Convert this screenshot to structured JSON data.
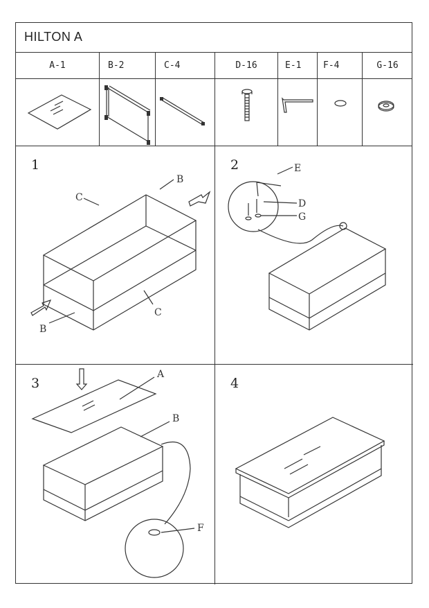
{
  "title": "HILTON A",
  "parts": [
    {
      "label": "A-1",
      "icon": "glass-top-icon"
    },
    {
      "label": "B-2",
      "icon": "frame-icon"
    },
    {
      "label": "C-4",
      "icon": "bar-icon"
    },
    {
      "label": "D-16",
      "icon": "bolt-icon"
    },
    {
      "label": "E-1",
      "icon": "allen-key-icon"
    },
    {
      "label": "F-4",
      "icon": "pad-icon"
    },
    {
      "label": "G-16",
      "icon": "washer-icon"
    }
  ],
  "steps": [
    {
      "number": "1",
      "callouts": [
        "B",
        "C",
        "C",
        "B"
      ]
    },
    {
      "number": "2",
      "callouts": [
        "E",
        "D",
        "G"
      ]
    },
    {
      "number": "3",
      "callouts": [
        "A",
        "B",
        "F"
      ]
    },
    {
      "number": "4"
    }
  ]
}
